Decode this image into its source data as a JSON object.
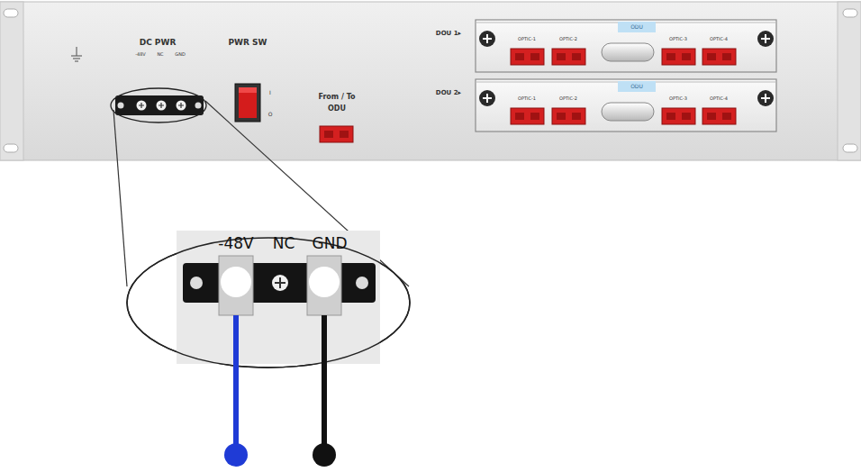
{
  "diagram": {
    "labels": [
      "DC PWR",
      "-48V",
      "NC",
      "GND",
      "PWR SW",
      "I",
      "O",
      "From / To",
      "ODU",
      "DOU 1▸",
      "OPTIC-1",
      "OPTIC-2",
      "ODU",
      "OPTIC-3",
      "OPTIC-4",
      "DOU 2▸",
      "OPTIC-1",
      "OPTIC-2",
      "ODU",
      "OPTIC-3",
      "OPTIC-4",
      "-48V",
      "NC",
      "GND"
    ]
  }
}
